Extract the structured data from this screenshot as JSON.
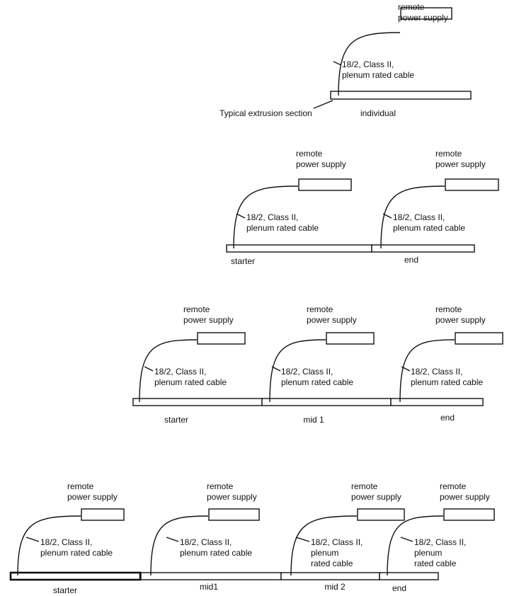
{
  "labels": {
    "remote_power_supply": [
      "remote",
      "power supply"
    ],
    "cable": [
      "18/2, Class II,",
      "plenum rated cable"
    ],
    "cable_wrapped": [
      "18/2, Class II,",
      "plenum",
      "rated cable"
    ],
    "typical_extrusion_section": "Typical extrusion section"
  },
  "configurations": [
    {
      "id": "single",
      "sections": [
        {
          "label": "individual",
          "cable_label": "cable"
        }
      ]
    },
    {
      "id": "two-section",
      "sections": [
        {
          "label": "starter",
          "cable_label": "cable"
        },
        {
          "label": "end",
          "cable_label": "cable"
        }
      ]
    },
    {
      "id": "three-section",
      "sections": [
        {
          "label": "starter",
          "cable_label": "cable"
        },
        {
          "label": "mid 1",
          "cable_label": "cable"
        },
        {
          "label": "end",
          "cable_label": "cable"
        }
      ]
    },
    {
      "id": "four-section",
      "sections": [
        {
          "label": "starter",
          "cable_label": "cable"
        },
        {
          "label": "mid1",
          "cable_label": "cable"
        },
        {
          "label": "mid 2",
          "cable_label": "cable_wrapped"
        },
        {
          "label": "end",
          "cable_label": "cable_wrapped"
        }
      ]
    }
  ]
}
